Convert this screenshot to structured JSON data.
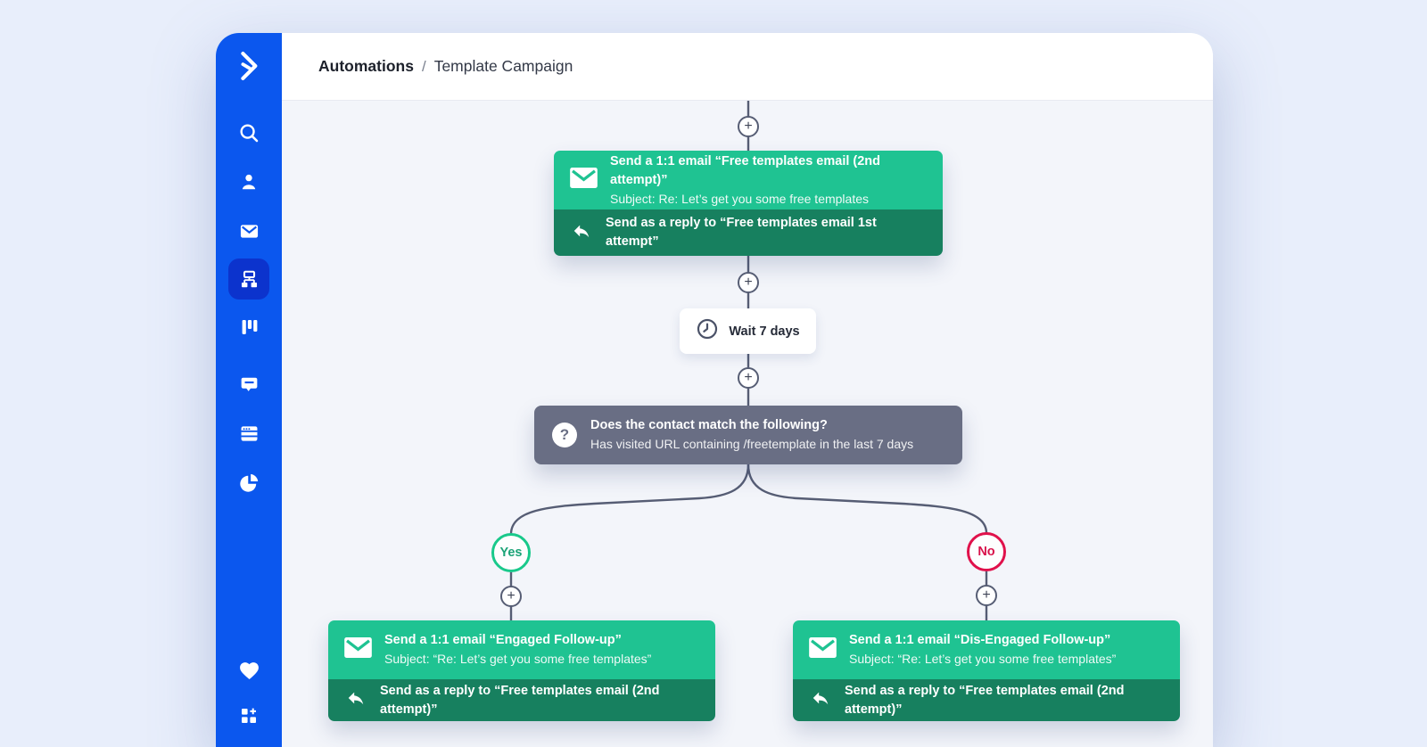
{
  "header": {
    "breadcrumb_section": "Automations",
    "breadcrumb_separator": "/",
    "breadcrumb_page": "Template Campaign"
  },
  "sidebar": {
    "active_item": "automations",
    "icons": [
      "logo",
      "search",
      "contacts",
      "email",
      "automations",
      "deals",
      "conversations",
      "forms",
      "reports",
      "favorites",
      "apps"
    ]
  },
  "flow": {
    "plus_label": "+",
    "email_top": {
      "title": "Send a 1:1 email “Free templates email (2nd attempt)”",
      "subject": "Subject: Re: Let’s get you some free templates",
      "reply": "Send as a reply to “Free templates email 1st attempt”"
    },
    "wait": {
      "label": "Wait 7 days"
    },
    "condition": {
      "title": "Does the contact match the following?",
      "detail": "Has visited URL containing /freetemplate in the last 7 days"
    },
    "yes_label": "Yes",
    "no_label": "No",
    "email_yes": {
      "title": "Send a 1:1 email “Engaged Follow-up”",
      "subject": "Subject: “Re: Let’s get you some free templates”",
      "reply": "Send as a reply to “Free templates email (2nd attempt)”"
    },
    "email_no": {
      "title": "Send a 1:1 email “Dis-Engaged Follow-up”",
      "subject": "Subject: “Re: Let’s get you some free templates”",
      "reply": "Send as a reply to “Free templates email (2nd attempt)”"
    }
  },
  "colors": {
    "sidebar_blue": "#0b57ee",
    "sidebar_active_blue": "#0c33cd",
    "email_green": "#1fc392",
    "email_reply_green": "#17805f",
    "condition_slate": "#696e84",
    "connector_slate": "#565d74",
    "yes_green": "#19c98b",
    "no_red": "#e0114b",
    "canvas_bg": "#f3f5fa",
    "page_bg": "#e8eefb"
  }
}
